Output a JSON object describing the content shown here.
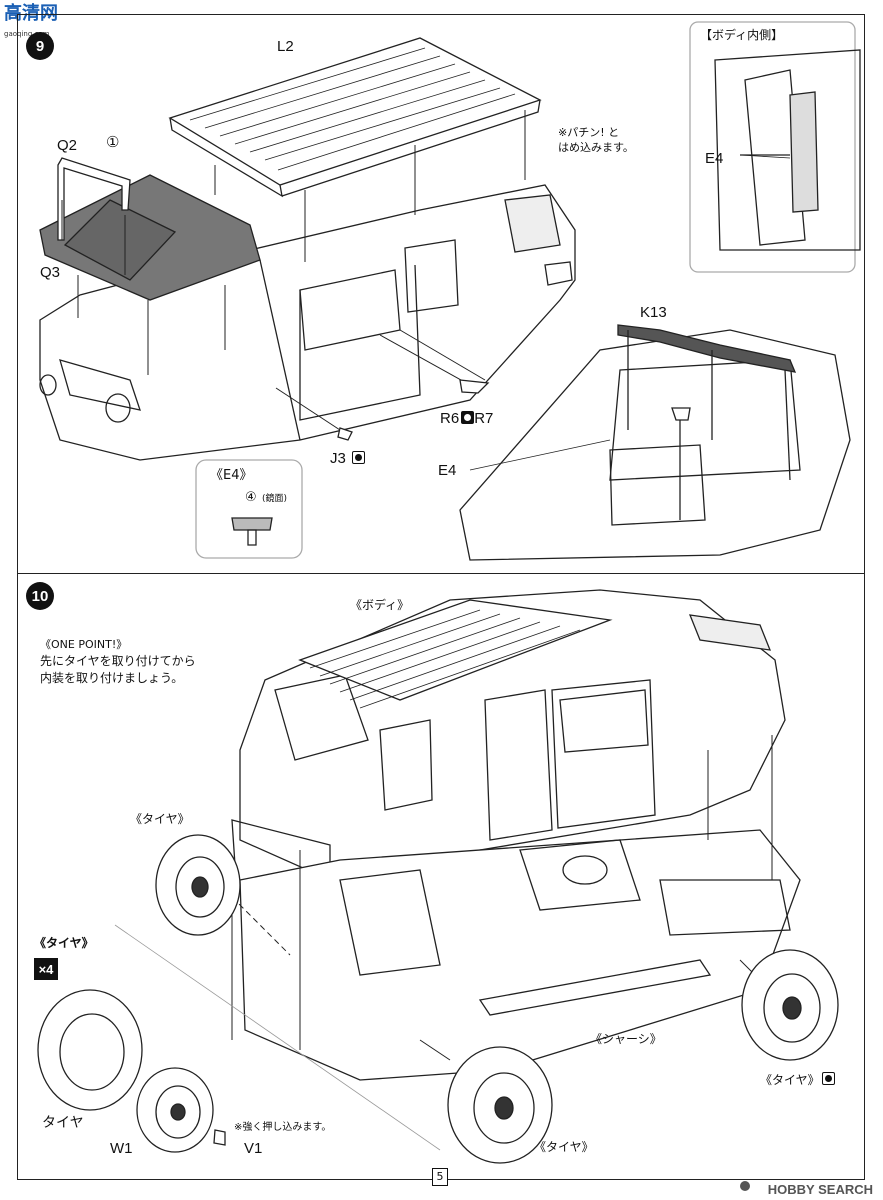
{
  "watermark_top": {
    "text": "高清网",
    "sub": "gaoqing.com"
  },
  "step9": {
    "number": "9",
    "labels": {
      "L2": "L2",
      "Q2": "Q2",
      "Q3": "Q3",
      "one": "①",
      "K13": "K13",
      "R6": "R6",
      "R7": "R7",
      "J3": "J3",
      "E4a": "E4",
      "E4b": "E4"
    },
    "note": "※パチン! と\nはめ込みます。",
    "inset_body": "【ボディ内側】",
    "inset_e4": {
      "title": "《E4》",
      "num": "④",
      "note": "(鏡面)"
    }
  },
  "step10": {
    "number": "10",
    "body_label": "《ボディ》",
    "onepoint": {
      "title": "《ONE POINT!》",
      "line1": "先にタイヤを取り付けてから",
      "line2": "内装を取り付けましょう。"
    },
    "tire_left": "《タイヤ》",
    "tire_section": "《タイヤ》",
    "multiplier": "×4",
    "tire_word": "タイヤ",
    "W1": "W1",
    "V1": "V1",
    "push_note": "※強く押し込みます。",
    "chassis": "《シャーシ》",
    "tire_right": "《タイヤ》",
    "tire_bottom": "《タイヤ》"
  },
  "page_number": "5",
  "watermark_bottom": "HOBBY SEARCH"
}
